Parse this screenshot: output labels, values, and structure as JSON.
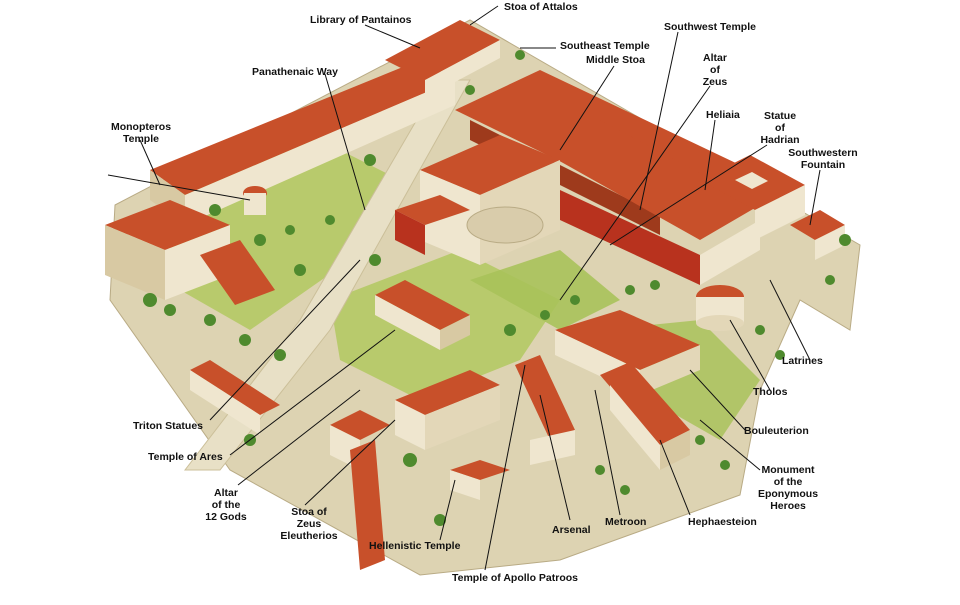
{
  "labels": {
    "library_of_pantainos": "Library of Pantainos",
    "stoa_of_attalos": "Stoa of Attalos",
    "southwest_temple": "Southwest Temple",
    "southeast_temple": "Southeast Temple",
    "middle_stoa": "Middle Stoa",
    "panathenaic_way": "Panathenaic Way",
    "altar_of_zeus": [
      "Altar",
      "of",
      "Zeus"
    ],
    "heliaia": "Heliaia",
    "statue_of_hadrian": [
      "Statue",
      "of",
      "Hadrian"
    ],
    "monopteros_temple": [
      "Monopteros",
      "Temple"
    ],
    "southwestern_fountain": [
      "Southwestern",
      "Fountain"
    ],
    "latrines": "Latrines",
    "tholos": "Tholos",
    "triton_statues": "Triton Statues",
    "bouleuterion": "Bouleuterion",
    "temple_of_ares": "Temple of Ares",
    "monument_eponymous_heroes": [
      "Monument",
      "of the",
      "Eponymous",
      "Heroes"
    ],
    "altar_of_12_gods": [
      "Altar",
      "of the",
      "12 Gods"
    ],
    "stoa_of_zeus_eleutherios": [
      "Stoa of",
      "Zeus",
      "Eleutherios"
    ],
    "hellenistic_temple": "Hellenistic Temple",
    "arsenal": "Arsenal",
    "metroon": "Metroon",
    "hephaesteion": "Hephaesteion",
    "temple_of_apollo_patroos": "Temple of Apollo Patroos"
  },
  "colors": {
    "roof": "#c8502a",
    "roof_dark": "#9e3a1c",
    "wall": "#efe6cf",
    "wall_shade": "#d8c9a3",
    "column_red": "#b8321e",
    "grass": "#a9c25a",
    "ground": "#d9cfae",
    "tree": "#4f8a2e",
    "leader": "#111111"
  }
}
